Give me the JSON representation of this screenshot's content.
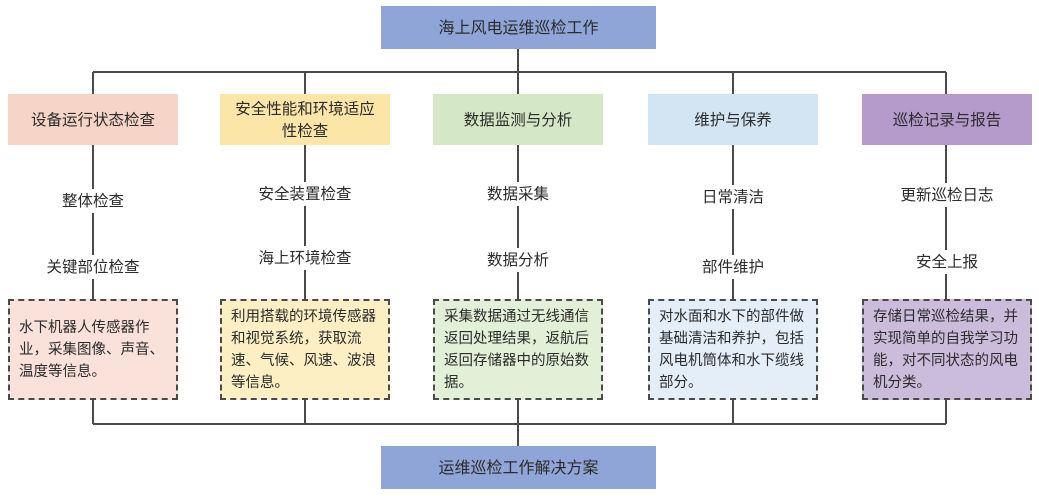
{
  "top_title": "海上风电运维巡检工作",
  "bottom_title": "运维巡检工作解决方案",
  "columns": [
    {
      "category": "设备运行状态检查",
      "items": [
        "整体检查",
        "关键部位检查"
      ],
      "description": "水下机器人传感器作业，采集图像、声音、温度等信息。",
      "colors": {
        "category_bg": "#f6d5c8",
        "desc_bg": "#fae2da"
      }
    },
    {
      "category": "安全性能和环境适应性检查",
      "items": [
        "安全装置检查",
        "海上环境检查"
      ],
      "description": "利用搭载的环境传感器和视觉系统，获取流速、气候、风速、波浪等信息。",
      "colors": {
        "category_bg": "#fbe6a8",
        "desc_bg": "#fcefc4"
      }
    },
    {
      "category": "数据监测与分析",
      "items": [
        "数据采集",
        "数据分析"
      ],
      "description": "采集数据通过无线通信返回处理结果，返航后返回存储器中的原始数据。",
      "colors": {
        "category_bg": "#d4e8c6",
        "desc_bg": "#e1f0d7"
      }
    },
    {
      "category": "维护与保养",
      "items": [
        "日常清洁",
        "部件维护"
      ],
      "description": "对水面和水下的部件做基础清洁和养护，包括风电机筒体和水下缆线部分。",
      "colors": {
        "category_bg": "#d3e5f3",
        "desc_bg": "#e3eef8"
      }
    },
    {
      "category": "巡检记录与报告",
      "items": [
        "更新巡检日志",
        "安全上报"
      ],
      "description": "存储日常巡检结果，并实现简单的自我学习功能，对不同状态的风电机分类。",
      "colors": {
        "category_bg": "#b49bcb",
        "desc_bg": "#cbbcdc"
      }
    }
  ],
  "colors": {
    "title_bg": "#8fa5d7",
    "line": "#4a4a4a"
  }
}
